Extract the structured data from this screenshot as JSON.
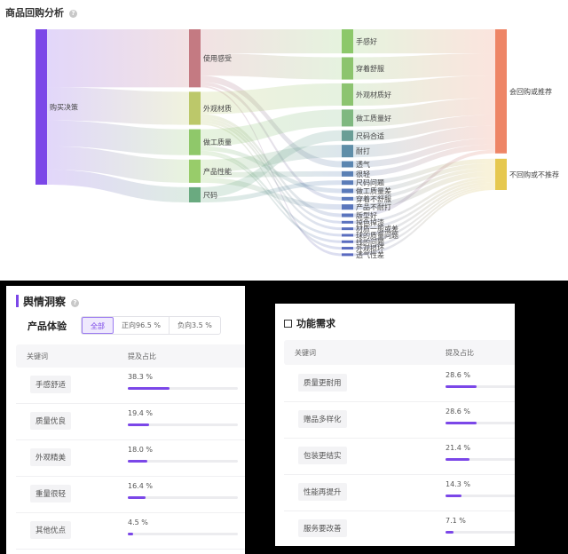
{
  "top": {
    "title": "商品回购分析",
    "help_icon": "question-circle-icon"
  },
  "chart_data": {
    "type": "sankey",
    "title": "商品回购分析",
    "columns": [
      [
        {
          "name": "购买决策",
          "value": 174,
          "color": "#7b47e8"
        }
      ],
      [
        {
          "name": "使用感受",
          "value": 65,
          "color": "#c47a82"
        },
        {
          "name": "外观材质",
          "value": 37,
          "color": "#bcc86a"
        },
        {
          "name": "做工质量",
          "value": 29,
          "color": "#8fc86a"
        },
        {
          "name": "产品性能",
          "value": 26,
          "color": "#98cc6a"
        },
        {
          "name": "尺码",
          "value": 17,
          "color": "#6aaa80"
        }
      ],
      [
        {
          "name": "手感好",
          "value": 27,
          "color": "#8cc86a"
        },
        {
          "name": "穿着舒服",
          "value": 25,
          "color": "#8cc46e"
        },
        {
          "name": "外观材质好",
          "value": 25,
          "color": "#8cc470"
        },
        {
          "name": "做工质量好",
          "value": 19,
          "color": "#7fb880"
        },
        {
          "name": "尺码合适",
          "value": 12,
          "color": "#6a9e96"
        },
        {
          "name": "耐打",
          "value": 14,
          "color": "#5f8ea8"
        },
        {
          "name": "透气",
          "value": 7,
          "color": "#5b86b0"
        },
        {
          "name": "很轻",
          "value": 6,
          "color": "#5a80b4"
        },
        {
          "name": "尺码问题",
          "value": 5,
          "color": "#5a7cb8"
        },
        {
          "name": "做工质量差",
          "value": 5,
          "color": "#5a7aba"
        },
        {
          "name": "穿着不舒服",
          "value": 4,
          "color": "#5a78bc"
        },
        {
          "name": "产品不耐打",
          "value": 6,
          "color": "#5a76bc"
        },
        {
          "name": "版型好",
          "value": 4,
          "color": "#5a74bd"
        },
        {
          "name": "掉色掉漆",
          "value": 3,
          "color": "#5a72be"
        },
        {
          "name": "材质一般或差",
          "value": 3,
          "color": "#5a70be"
        },
        {
          "name": "球的质量问题",
          "value": 3,
          "color": "#5a6ebf"
        },
        {
          "name": "线的问题",
          "value": 2,
          "color": "#5a6cbf"
        },
        {
          "name": "外观损坏",
          "value": 2,
          "color": "#5a6bc0"
        },
        {
          "name": "透气性差",
          "value": 2,
          "color": "#5a6ac0"
        }
      ],
      [
        {
          "name": "会回购或推荐",
          "value": 139,
          "color": "#ee8566"
        },
        {
          "name": "不回购或不推荐",
          "value": 35,
          "color": "#e6c84f"
        }
      ]
    ],
    "links": [
      [
        "购买决策",
        "使用感受",
        65
      ],
      [
        "购买决策",
        "外观材质",
        37
      ],
      [
        "购买决策",
        "做工质量",
        29
      ],
      [
        "购买决策",
        "产品性能",
        26
      ],
      [
        "购买决策",
        "尺码",
        17
      ],
      [
        "使用感受",
        "手感好",
        27
      ],
      [
        "使用感受",
        "穿着舒服",
        25
      ],
      [
        "使用感受",
        "透气",
        7
      ],
      [
        "使用感受",
        "穿着不舒服",
        4
      ],
      [
        "使用感受",
        "透气性差",
        2
      ],
      [
        "外观材质",
        "外观材质好",
        25
      ],
      [
        "外观材质",
        "版型好",
        4
      ],
      [
        "外观材质",
        "掉色掉漆",
        3
      ],
      [
        "外观材质",
        "材质一般或差",
        3
      ],
      [
        "外观材质",
        "外观损坏",
        2
      ],
      [
        "做工质量",
        "做工质量好",
        19
      ],
      [
        "做工质量",
        "做工质量差",
        5
      ],
      [
        "做工质量",
        "球的质量问题",
        3
      ],
      [
        "做工质量",
        "线的问题",
        2
      ],
      [
        "产品性能",
        "耐打",
        14
      ],
      [
        "产品性能",
        "很轻",
        6
      ],
      [
        "产品性能",
        "产品不耐打",
        6
      ],
      [
        "尺码",
        "尺码合适",
        12
      ],
      [
        "尺码",
        "尺码问题",
        5
      ],
      [
        "手感好",
        "会回购或推荐",
        27
      ],
      [
        "穿着舒服",
        "会回购或推荐",
        25
      ],
      [
        "外观材质好",
        "会回购或推荐",
        25
      ],
      [
        "做工质量好",
        "会回购或推荐",
        19
      ],
      [
        "尺码合适",
        "会回购或推荐",
        12
      ],
      [
        "耐打",
        "会回购或推荐",
        14
      ],
      [
        "透气",
        "会回购或推荐",
        7
      ],
      [
        "很轻",
        "会回购或推荐",
        6
      ],
      [
        "版型好",
        "会回购或推荐",
        4
      ],
      [
        "尺码问题",
        "不回购或不推荐",
        5
      ],
      [
        "做工质量差",
        "不回购或不推荐",
        5
      ],
      [
        "穿着不舒服",
        "不回购或不推荐",
        4
      ],
      [
        "产品不耐打",
        "不回购或不推荐",
        6
      ],
      [
        "掉色掉漆",
        "不回购或不推荐",
        3
      ],
      [
        "材质一般或差",
        "不回购或不推荐",
        3
      ],
      [
        "球的质量问题",
        "不回购或不推荐",
        3
      ],
      [
        "线的问题",
        "不回购或不推荐",
        2
      ],
      [
        "外观损坏",
        "不回购或不推荐",
        2
      ],
      [
        "透气性差",
        "不回购或不推荐",
        2
      ]
    ]
  },
  "sentiment": {
    "title": "舆情洞察",
    "help_icon": "question-circle-icon",
    "subtitle": "产品体验",
    "tabs": [
      "全部",
      "正向96.5 %",
      "负向3.5 %"
    ],
    "headers": [
      "关键词",
      "提及占比"
    ],
    "rows": [
      {
        "keyword": "手感舒适",
        "pct_label": "38.3 %",
        "pct": 38.3
      },
      {
        "keyword": "质量优良",
        "pct_label": "19.4 %",
        "pct": 19.4
      },
      {
        "keyword": "外观精美",
        "pct_label": "18.0 %",
        "pct": 18.0
      },
      {
        "keyword": "重量很轻",
        "pct_label": "16.4 %",
        "pct": 16.4
      },
      {
        "keyword": "其他优点",
        "pct_label": "4.5 %",
        "pct": 4.5
      }
    ]
  },
  "features": {
    "title": "功能需求",
    "icon": "panel-icon",
    "headers": [
      "关键词",
      "提及占比"
    ],
    "rows": [
      {
        "keyword": "质量更耐用",
        "pct_label": "28.6 %",
        "pct": 28.6
      },
      {
        "keyword": "赠品多样化",
        "pct_label": "28.6 %",
        "pct": 28.6
      },
      {
        "keyword": "包装更结实",
        "pct_label": "21.4 %",
        "pct": 21.4
      },
      {
        "keyword": "性能再提升",
        "pct_label": "14.3 %",
        "pct": 14.3
      },
      {
        "keyword": "服务要改善",
        "pct_label": "7.1 %",
        "pct": 7.1
      }
    ],
    "accent": "#7b47e8"
  }
}
